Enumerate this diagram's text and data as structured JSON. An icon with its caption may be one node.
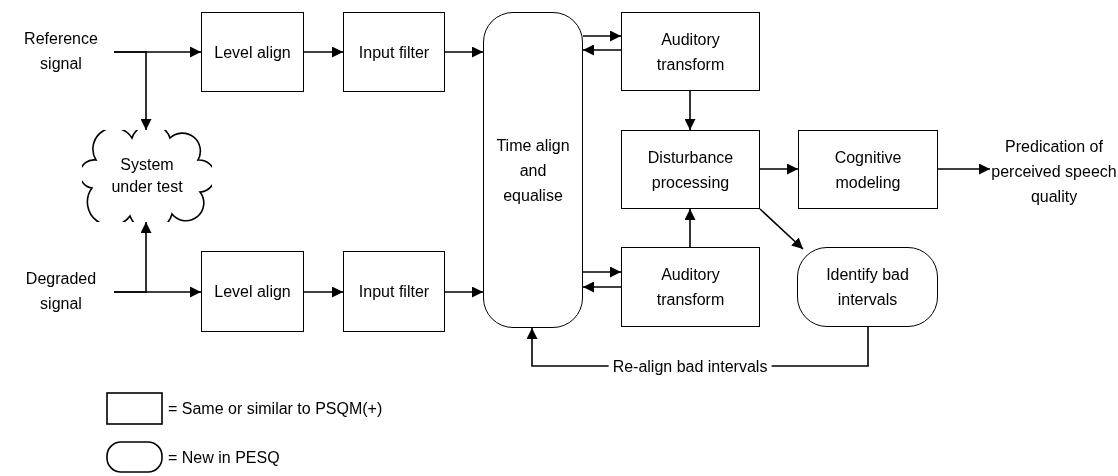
{
  "diagram": {
    "nodes": [
      {
        "text": [
          "Reference signal"
        ]
      },
      {
        "text": [
          "Degraded signal"
        ]
      },
      {
        "text": [
          "System under test"
        ]
      },
      {
        "text": [
          "Level align"
        ]
      },
      {
        "text": [
          "Input filter"
        ]
      },
      {
        "text": [
          "Level align"
        ]
      },
      {
        "text": [
          "Input filter"
        ]
      },
      {
        "text": [
          "Time align and equalise"
        ]
      },
      {
        "text": [
          "Auditory transform"
        ]
      },
      {
        "text": [
          "Auditory transform"
        ]
      },
      {
        "text": [
          "Disturbance processing"
        ]
      },
      {
        "text": [
          "Cognitive modeling"
        ]
      },
      {
        "text": [
          "Predication of perceived speech quality"
        ]
      },
      {
        "text": [
          "Identify bad intervals"
        ]
      }
    ],
    "edges": [
      {
        "from": 0,
        "to": 3,
        "arrow": "to"
      },
      {
        "from": 0,
        "to": 2,
        "arrow": "to"
      },
      {
        "from": 1,
        "to": 5,
        "arrow": "to"
      },
      {
        "from": 1,
        "to": 2,
        "arrow": "to"
      },
      {
        "from": 3,
        "to": 4,
        "arrow": "to"
      },
      {
        "from": 4,
        "to": 7,
        "arrow": "to"
      },
      {
        "from": 5,
        "to": 6,
        "arrow": "to"
      },
      {
        "from": 6,
        "to": 7,
        "arrow": "to"
      },
      {
        "from": 7,
        "to": 8,
        "arrow": "to"
      },
      {
        "from": 8,
        "to": 7,
        "arrow": "to"
      },
      {
        "from": 7,
        "to": 9,
        "arrow": "to"
      },
      {
        "from": 9,
        "to": 7,
        "arrow": "to"
      },
      {
        "from": 8,
        "to": 10,
        "arrow": "to"
      },
      {
        "from": 9,
        "to": 10,
        "arrow": "to"
      },
      {
        "from": 10,
        "to": 11,
        "arrow": "to"
      },
      {
        "from": 11,
        "to": 12,
        "arrow": "to"
      },
      {
        "from": 10,
        "to": 13,
        "arrow": "to"
      },
      {
        "from": 13,
        "to": 7,
        "arrow": "to",
        "label": "Re-align bad intervals"
      }
    ],
    "legend": [
      {
        "text": "= Same or similar to PSQM(+)"
      },
      {
        "text": "= New in PESQ"
      }
    ]
  }
}
